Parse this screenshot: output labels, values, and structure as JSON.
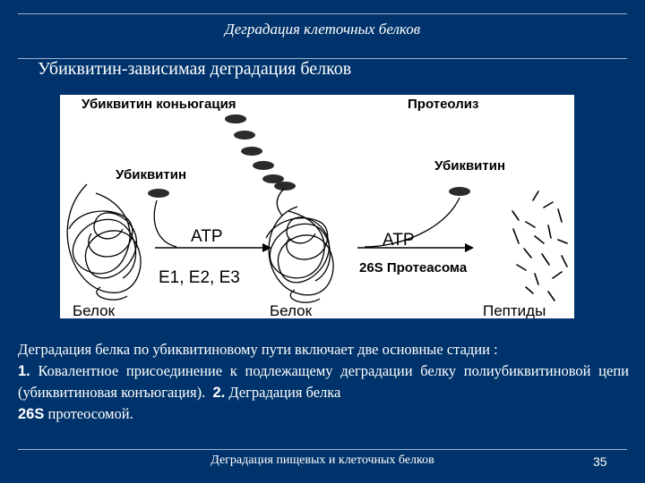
{
  "header": {
    "title": "Деградация клеточных белков"
  },
  "slide": {
    "subtitle": "Убиквитин-зависимая деградация белков"
  },
  "diagram": {
    "label_conjugation": "Убиквитин коньюгация",
    "label_proteolysis": "Протеолиз",
    "label_ubiquitin_left": "Убиквитин",
    "label_ubiquitin_right": "Убиквитин",
    "label_atp_left": "ATP",
    "label_atp_right": "ATP",
    "label_enzymes": "E1, E2, E3",
    "label_proteasome": "26S Протеасома",
    "label_protein_left": "Белок",
    "label_protein_right": "Белок",
    "label_peptides": "Пептиды",
    "colors": {
      "ubiquitin": "#2b2b2b",
      "line": "#000000"
    }
  },
  "description": {
    "intro": "Деградация белка по убиквитиновому пути включает две основные стадии :",
    "step1_num": "1.",
    "step1_text": " Ковалентное присоединение к подлежащему деградации белку полиубиквитиновой цепи (убиквитиновая конъюгация).",
    "step2_num": "2.",
    "step2_text": " Деградация белка",
    "step2_bold": "26S",
    "step2_end": " протеосомой."
  },
  "footer": {
    "title": "Деградация пищевых и клеточных белков",
    "page_number": "35"
  }
}
